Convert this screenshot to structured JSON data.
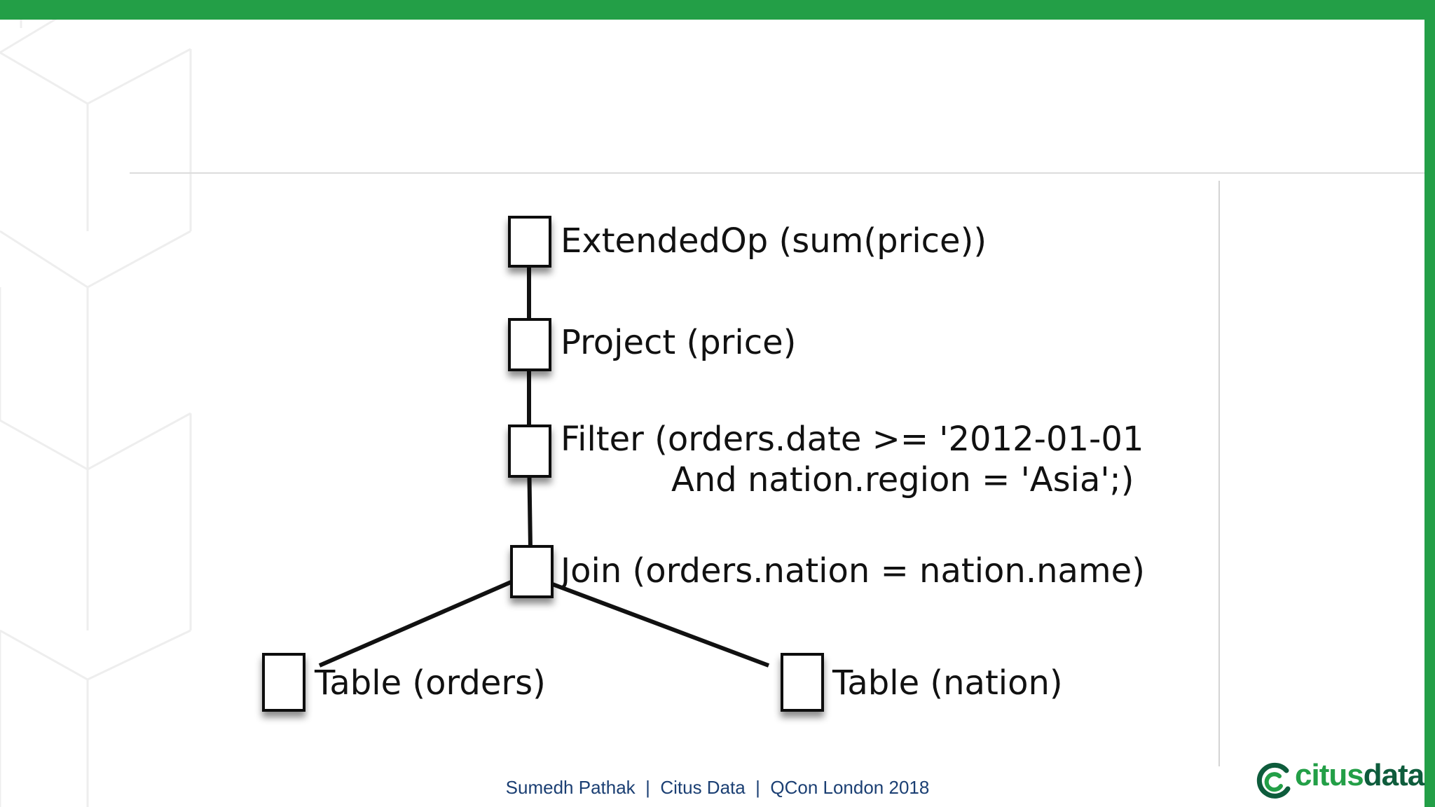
{
  "colors": {
    "accent_green": "#239f47",
    "footer_text": "#1b3f73",
    "logo_dark": "#0e5c3c",
    "node_border": "#111111"
  },
  "diagram": {
    "nodes": [
      {
        "id": "extendedop",
        "label": "ExtendedOp (sum(price))"
      },
      {
        "id": "project",
        "label": "Project (price)"
      },
      {
        "id": "filter",
        "label_line1": "Filter (orders.date >= '2012-01-01",
        "label_line2": "And nation.region = 'Asia';)"
      },
      {
        "id": "join",
        "label": "Join (orders.nation = nation.name)"
      },
      {
        "id": "table-orders",
        "label": "Table (orders)"
      },
      {
        "id": "table-nation",
        "label": "Table (nation)"
      }
    ],
    "edges": [
      [
        "extendedop",
        "project"
      ],
      [
        "project",
        "filter"
      ],
      [
        "filter",
        "join"
      ],
      [
        "join",
        "table-orders"
      ],
      [
        "join",
        "table-nation"
      ]
    ]
  },
  "footer": {
    "text": "Sumedh Pathak  |  Citus Data  |  QCon London 2018"
  },
  "logo": {
    "icon": "citus-swirl-icon",
    "text_part1": "citus",
    "text_part2": "data"
  }
}
